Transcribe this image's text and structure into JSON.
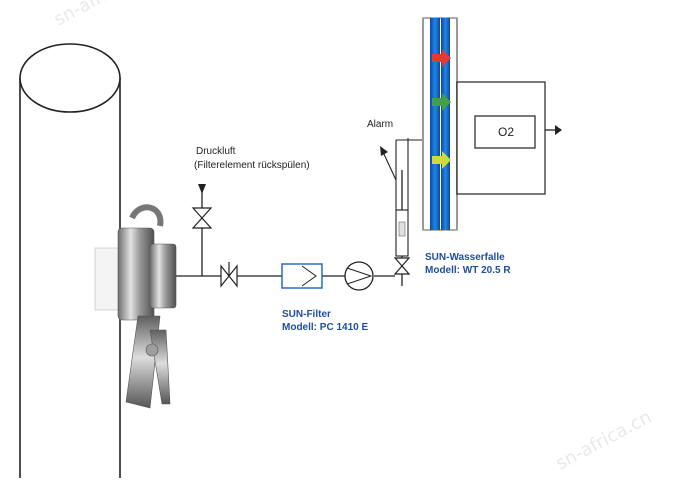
{
  "labels": {
    "druckluft_line1": "Druckluft",
    "druckluft_line2": "(Filterelement rückspülen)",
    "alarm": "Alarm",
    "filter_name": "SUN-Filter",
    "filter_model": "Modell: PC 1410 E",
    "wasserfalle_name": "SUN-Wasserfalle",
    "wasserfalle_model": "Modell: WT 20.5 R",
    "analyzer": "O2"
  },
  "watermark": {
    "text": "sn-africa.cn"
  },
  "colors": {
    "line": "#222222",
    "label_blue": "#1f4e9c",
    "trap_blue": "#1565c0",
    "arrow_red": "#e53935",
    "arrow_green": "#43a047",
    "arrow_yellow": "#cddc39"
  }
}
